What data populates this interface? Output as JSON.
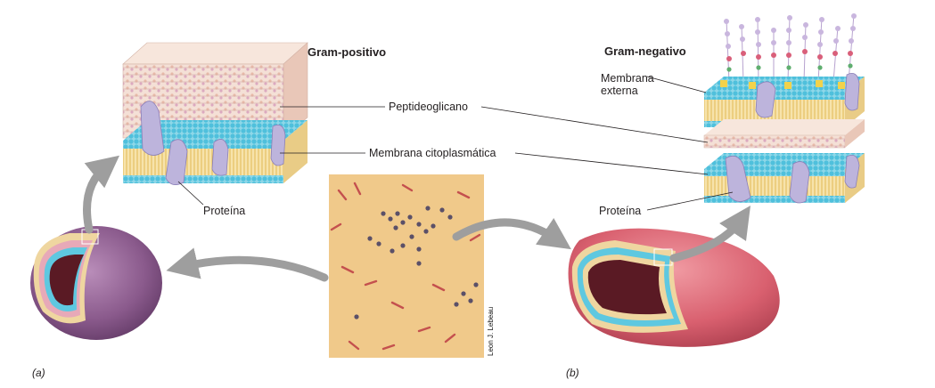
{
  "labels": {
    "gram_positive": "Gram-positivo",
    "gram_negative": "Gram-negativo",
    "peptidoglycan": "Peptideoglicano",
    "cytoplasmic_membrane": "Membrana citoplasmática",
    "protein_left": "Proteína",
    "protein_right": "Proteína",
    "outer_membrane": "Membrana externa",
    "panel_a": "(a)",
    "panel_b": "(b)",
    "photo_credit": "Leon J. Lebeau"
  },
  "colors": {
    "peptidoglycan": "#f2d9cf",
    "membrane_head": "#5ec8e0",
    "membrane_tail": "#f0d28a",
    "protein": "#bdb4dc",
    "gram_positive_cell": "#8a5a8c",
    "gram_negative_cell": "#d9606f",
    "micrograph_bg": "#f0c98a",
    "arrow": "#9e9e9e"
  }
}
